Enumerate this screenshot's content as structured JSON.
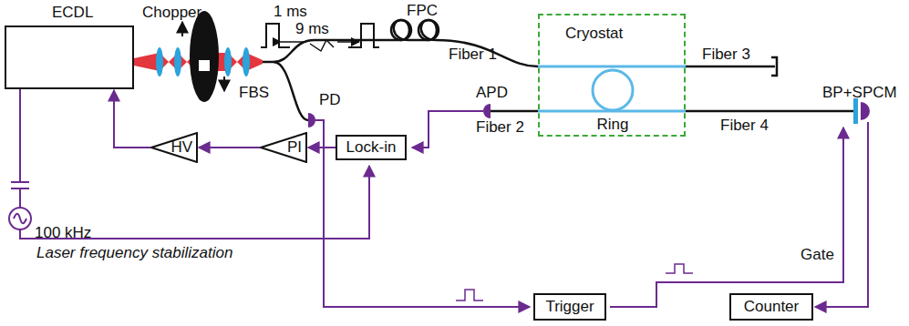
{
  "diagram": {
    "nodes": [
      {
        "text": [
          "ECDL"
        ]
      },
      {
        "text": [
          "Cryostat"
        ]
      },
      {
        "text": [
          "Ring"
        ],
        "in": 1
      },
      {
        "text": [
          "HV"
        ]
      },
      {
        "text": [
          "PI"
        ]
      },
      {
        "text": [
          "Lock-in"
        ]
      },
      {
        "text": [
          "Trigger"
        ]
      },
      {
        "text": [
          "Counter"
        ]
      }
    ],
    "edges": [
      {
        "from": 5,
        "to": 4,
        "arrow": "to"
      },
      {
        "from": 4,
        "to": 3,
        "arrow": "to"
      },
      {
        "from": 3,
        "to": 0,
        "arrow": "to"
      }
    ],
    "labels": [
      "Chopper",
      "1 ms",
      "9 ms",
      "FPC",
      "Fiber 1",
      "Fiber 3",
      "FBS",
      "PD",
      "APD",
      "Fiber 2",
      "Fiber 4",
      "BP+SPCM",
      "100 kHz",
      "Laser frequency stabilization",
      "Gate"
    ]
  }
}
